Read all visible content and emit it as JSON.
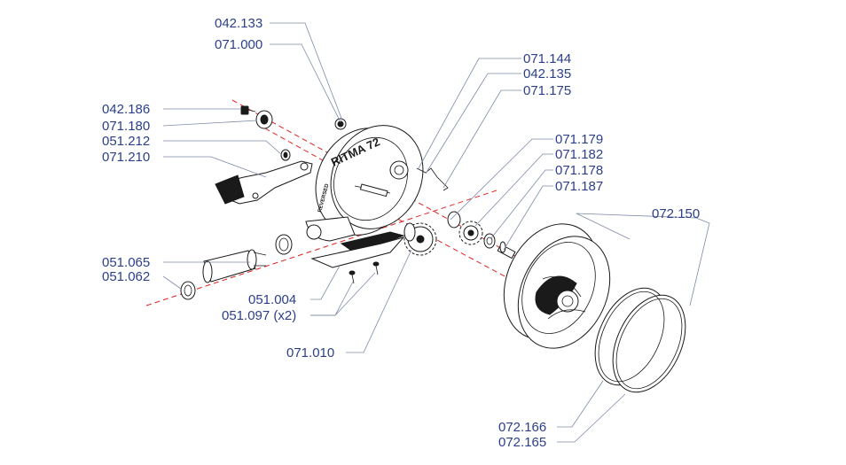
{
  "diagram": {
    "brand_text": "RITMA 72",
    "brand_small": "REVERSED",
    "labels": [
      {
        "code": "042.133"
      },
      {
        "code": "071.000"
      },
      {
        "code": "042.186"
      },
      {
        "code": "071.180"
      },
      {
        "code": "051.212"
      },
      {
        "code": "071.210"
      },
      {
        "code": "051.065"
      },
      {
        "code": "051.062"
      },
      {
        "code": "051.004"
      },
      {
        "code": "051.097 (x2)"
      },
      {
        "code": "071.010"
      },
      {
        "code": "071.144"
      },
      {
        "code": "042.135"
      },
      {
        "code": "071.175"
      },
      {
        "code": "071.179"
      },
      {
        "code": "071.182"
      },
      {
        "code": "071.178"
      },
      {
        "code": "071.187"
      },
      {
        "code": "072.150"
      },
      {
        "code": "072.166"
      },
      {
        "code": "072.165"
      }
    ]
  },
  "colors": {
    "label": "#2b3f8a",
    "leader": "#7d8aa8",
    "axis": "#e02424",
    "outline": "#1a1a1a"
  }
}
